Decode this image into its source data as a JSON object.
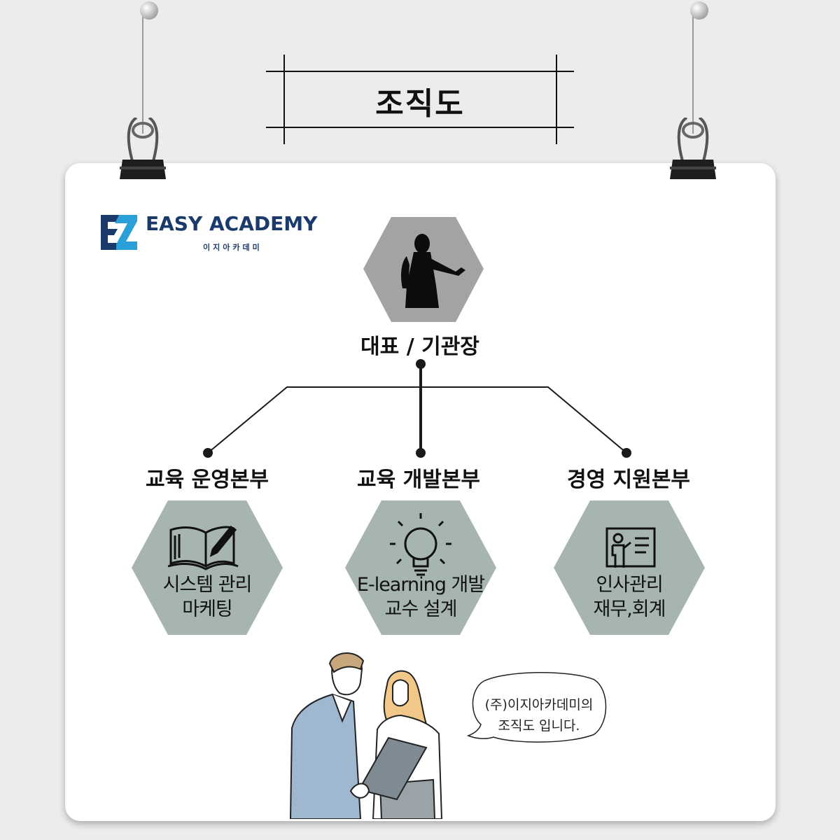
{
  "page": {
    "title": "조직도"
  },
  "logo": {
    "mark": "EZ",
    "name": "EASY ACADEMY",
    "subtitle": "이지아카데미"
  },
  "head": {
    "label": "대표 / 기관장",
    "icon": "presenter-silhouette-icon"
  },
  "departments": [
    {
      "label": "교육 운영본부",
      "icon": "open-book-pen-icon",
      "duties": [
        "시스템 관리",
        "마케팅"
      ]
    },
    {
      "label": "교육 개발본부",
      "icon": "lightbulb-icon",
      "duties": [
        "E-learning 개발",
        "교수 설계"
      ]
    },
    {
      "label": "경영 지원본부",
      "icon": "whiteboard-presenter-icon",
      "duties": [
        "인사관리",
        "재무,회계"
      ]
    }
  ],
  "speech": {
    "lines": [
      "(주)이지아카데미의",
      "조직도 입니다."
    ]
  },
  "colors": {
    "ceo_hex": "#a3a3a3",
    "dept_hex": "#a6b6af",
    "logo": "#1a3a6b",
    "connector": "#1a1a1a"
  }
}
